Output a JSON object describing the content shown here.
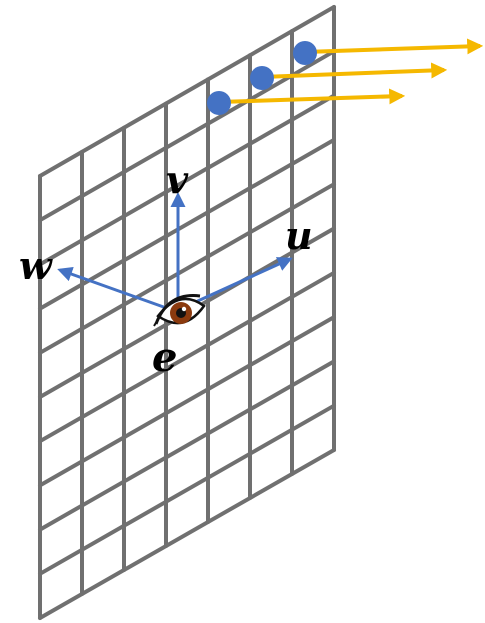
{
  "labels": {
    "w": "w",
    "v": "v",
    "u": "u",
    "e": "e"
  },
  "colors": {
    "grid": "#707070",
    "axis": "#4472c4",
    "ray": "#f5b800",
    "pixel_dot": "#4472c4",
    "iris": "#8b3a0e",
    "background": "#ffffff"
  },
  "icons": {
    "eye": "eye-icon"
  },
  "grid": {
    "columns": 7,
    "rows": 10
  }
}
